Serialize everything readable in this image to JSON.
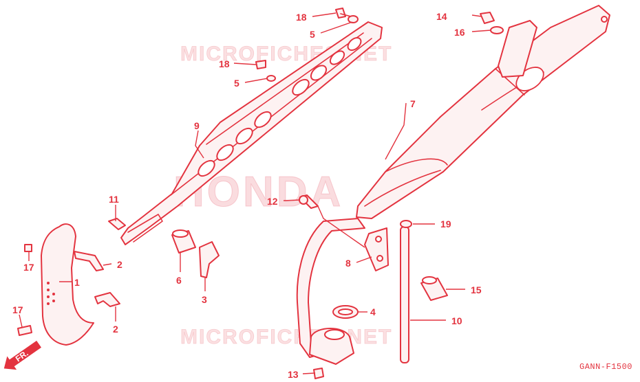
{
  "diagram": {
    "drawing_code": "GANN-F1500",
    "front_indicator": "FR.",
    "watermarks": {
      "top": "MICROFICHES.NET",
      "bottom": "MICROFICHES.NET",
      "brand": "HONDA"
    },
    "colors": {
      "line": "#e3333f",
      "watermark": "#f7c6ca"
    },
    "callouts": {
      "c1": "1",
      "c2a": "2",
      "c2b": "2",
      "c3": "3",
      "c4": "4",
      "c5a": "5",
      "c5b": "5",
      "c6": "6",
      "c7": "7",
      "c8": "8",
      "c9": "9",
      "c10": "10",
      "c11": "11",
      "c12": "12",
      "c13": "13",
      "c14": "14",
      "c15": "15",
      "c16": "16",
      "c17a": "17",
      "c17b": "17",
      "c18a": "18",
      "c18b": "18",
      "c19": "19"
    }
  }
}
